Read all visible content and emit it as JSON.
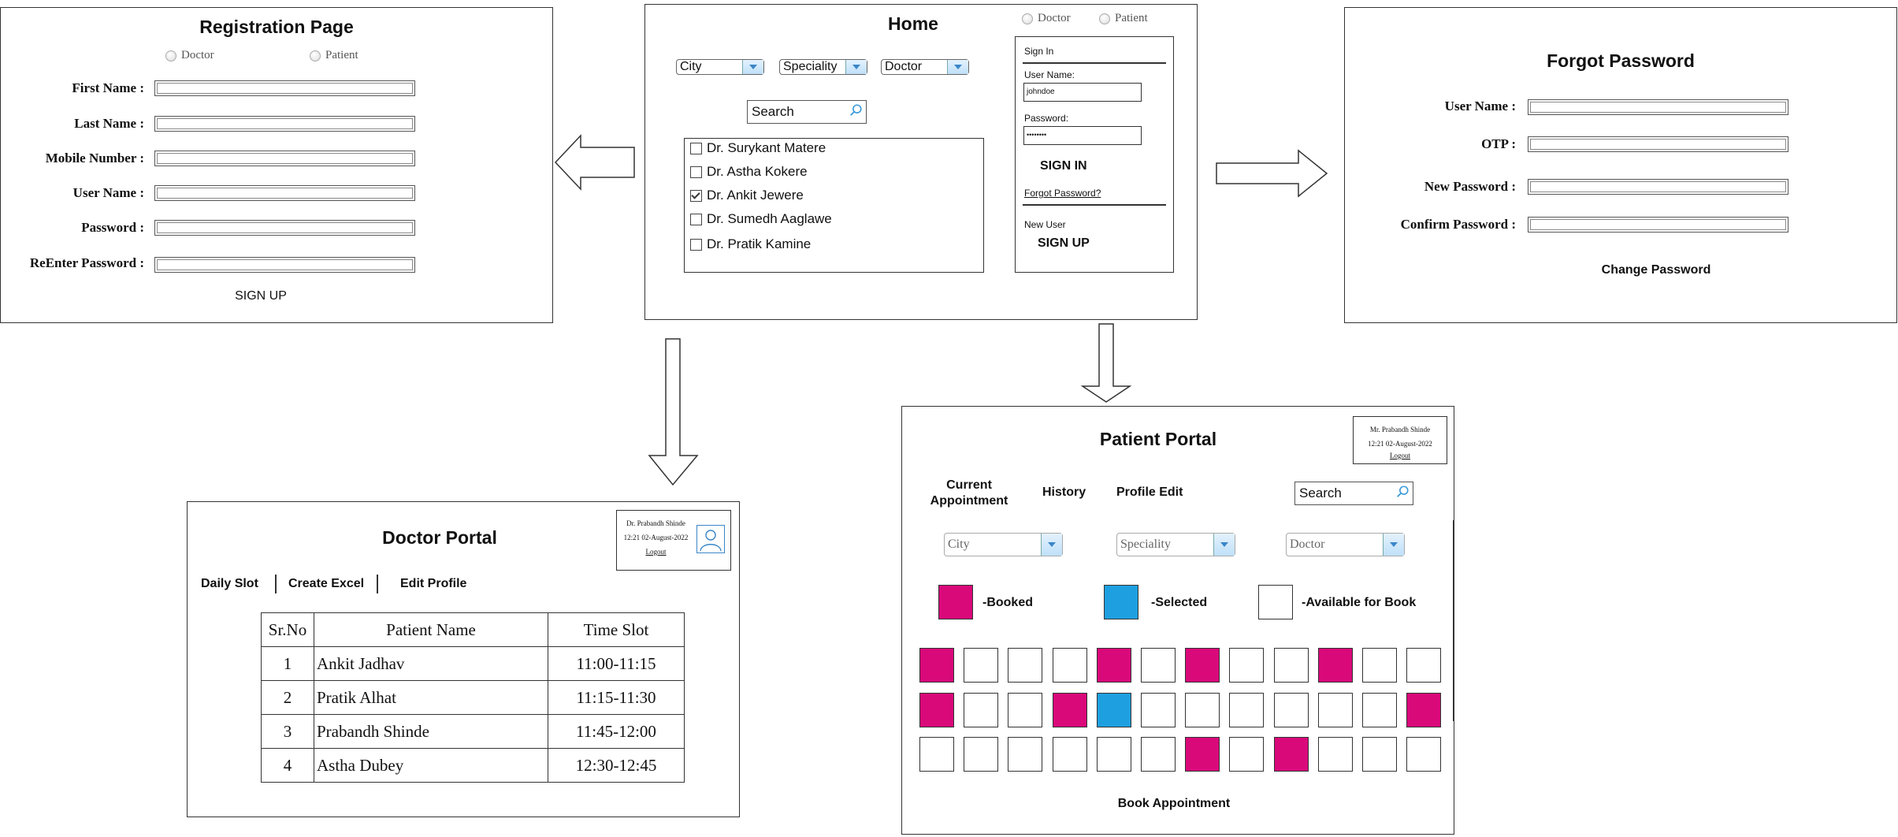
{
  "colors": {
    "booked": "#d9097a",
    "selected": "#1ea0e0",
    "available": "#ffffff"
  },
  "registration": {
    "title": "Registration Page",
    "radios": [
      "Doctor",
      "Patient"
    ],
    "fields": [
      "First Name :",
      "Last Name :",
      "Mobile Number :",
      "User Name :",
      "Password :",
      "ReEnter Password :"
    ],
    "submit": "SIGN UP"
  },
  "home": {
    "title": "Home",
    "radios": [
      "Doctor",
      "Patient"
    ],
    "filters": [
      "City",
      "Speciality",
      "Doctor"
    ],
    "search_placeholder": "Search",
    "doctors": [
      {
        "name": "Dr. Surykant Matere",
        "checked": false
      },
      {
        "name": "Dr. Astha Kokere",
        "checked": false
      },
      {
        "name": "Dr. Ankit Jewere",
        "checked": true
      },
      {
        "name": "Dr. Sumedh Aaglawe",
        "checked": false
      },
      {
        "name": "Dr. Pratik Kamine",
        "checked": false
      }
    ],
    "signin": {
      "heading": "Sign In",
      "username_label": "User Name:",
      "username_value": "johndoe",
      "password_label": "Password:",
      "password_value": "••••••••",
      "signin_button": "SIGN IN",
      "forgot_link": "Forgot Password?",
      "new_user": "New User",
      "signup_button": "SIGN UP"
    }
  },
  "forgot": {
    "title": "Forgot Password",
    "fields": [
      "User Name :",
      "OTP :",
      "New Password :",
      "Confirm Password :"
    ],
    "submit": "Change Password"
  },
  "doctor_portal": {
    "title": "Doctor Portal",
    "user_card": {
      "name": "Dr. Prabandh Shinde",
      "datetime": "12:21 02-August-2022",
      "logout": "Logout"
    },
    "nav": [
      "Daily Slot",
      "Create Excel",
      "Edit Profile"
    ],
    "table": {
      "headers": [
        "Sr.No",
        "Patient Name",
        "Time Slot"
      ],
      "rows": [
        [
          "1",
          "Ankit Jadhav",
          "11:00-11:15"
        ],
        [
          "2",
          "Pratik Alhat",
          "11:15-11:30"
        ],
        [
          "3",
          "Prabandh Shinde",
          "11:45-12:00"
        ],
        [
          "4",
          "Astha Dubey",
          "12:30-12:45"
        ]
      ]
    }
  },
  "patient_portal": {
    "title": "Patient Portal",
    "user_card": {
      "name": "Mr. Prabandh Shinde",
      "datetime": "12:21 02-August-2022",
      "logout": "Logout"
    },
    "nav": {
      "current": "Current Appointment",
      "history": "History",
      "profile": "Profile Edit"
    },
    "search_placeholder": "Search",
    "filters": [
      "City",
      "Speciality",
      "Doctor"
    ],
    "legend": {
      "booked": "-Booked",
      "selected": "-Selected",
      "available": "-Available for Book"
    },
    "slot_grid": [
      [
        "booked",
        "available",
        "available",
        "available",
        "booked",
        "available",
        "booked",
        "available",
        "available",
        "booked",
        "available",
        "available"
      ],
      [
        "booked",
        "available",
        "available",
        "booked",
        "selected",
        "available",
        "available",
        "available",
        "available",
        "available",
        "available",
        "booked"
      ],
      [
        "available",
        "available",
        "available",
        "available",
        "available",
        "available",
        "booked",
        "available",
        "booked",
        "available",
        "available",
        "available"
      ]
    ],
    "book_button": "Book Appointment"
  }
}
